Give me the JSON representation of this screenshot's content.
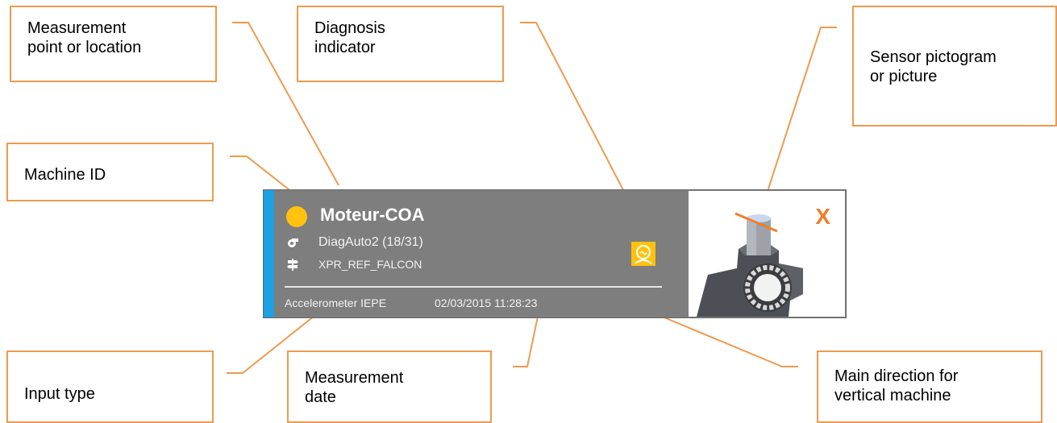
{
  "callouts": {
    "measurement_point": [
      "Measurement",
      "point or location"
    ],
    "diagnosis_indicator": [
      "Diagnosis",
      "indicator"
    ],
    "sensor_pictogram": [
      "Sensor pictogram",
      "or picture"
    ],
    "machine_id": [
      "Machine ID"
    ],
    "input_type": [
      "Input type"
    ],
    "measurement_date": [
      "Measurement",
      "date"
    ],
    "main_direction": [
      "Main direction for",
      "vertical machine"
    ]
  },
  "card": {
    "title": "Moteur-COA",
    "machine": "DiagAuto2 (18/31)",
    "route": "XPR_REF_FALCON",
    "input_type": "Accelerometer IEPE",
    "date": "02/03/2015 11:28:23",
    "direction_mark": "X"
  },
  "colors": {
    "callout_border": "#ED9B4F",
    "card_bg": "#7e7e7e",
    "stripe": "#1da1e2",
    "status": "#ffc20e",
    "direction": "#f07f2a"
  },
  "icons": {
    "status": "status-dot-icon",
    "machine": "machine-icon",
    "route": "signpost-icon",
    "diagnosis": "diagnosis-indicator-icon",
    "sensor": "sensor-pictogram"
  }
}
